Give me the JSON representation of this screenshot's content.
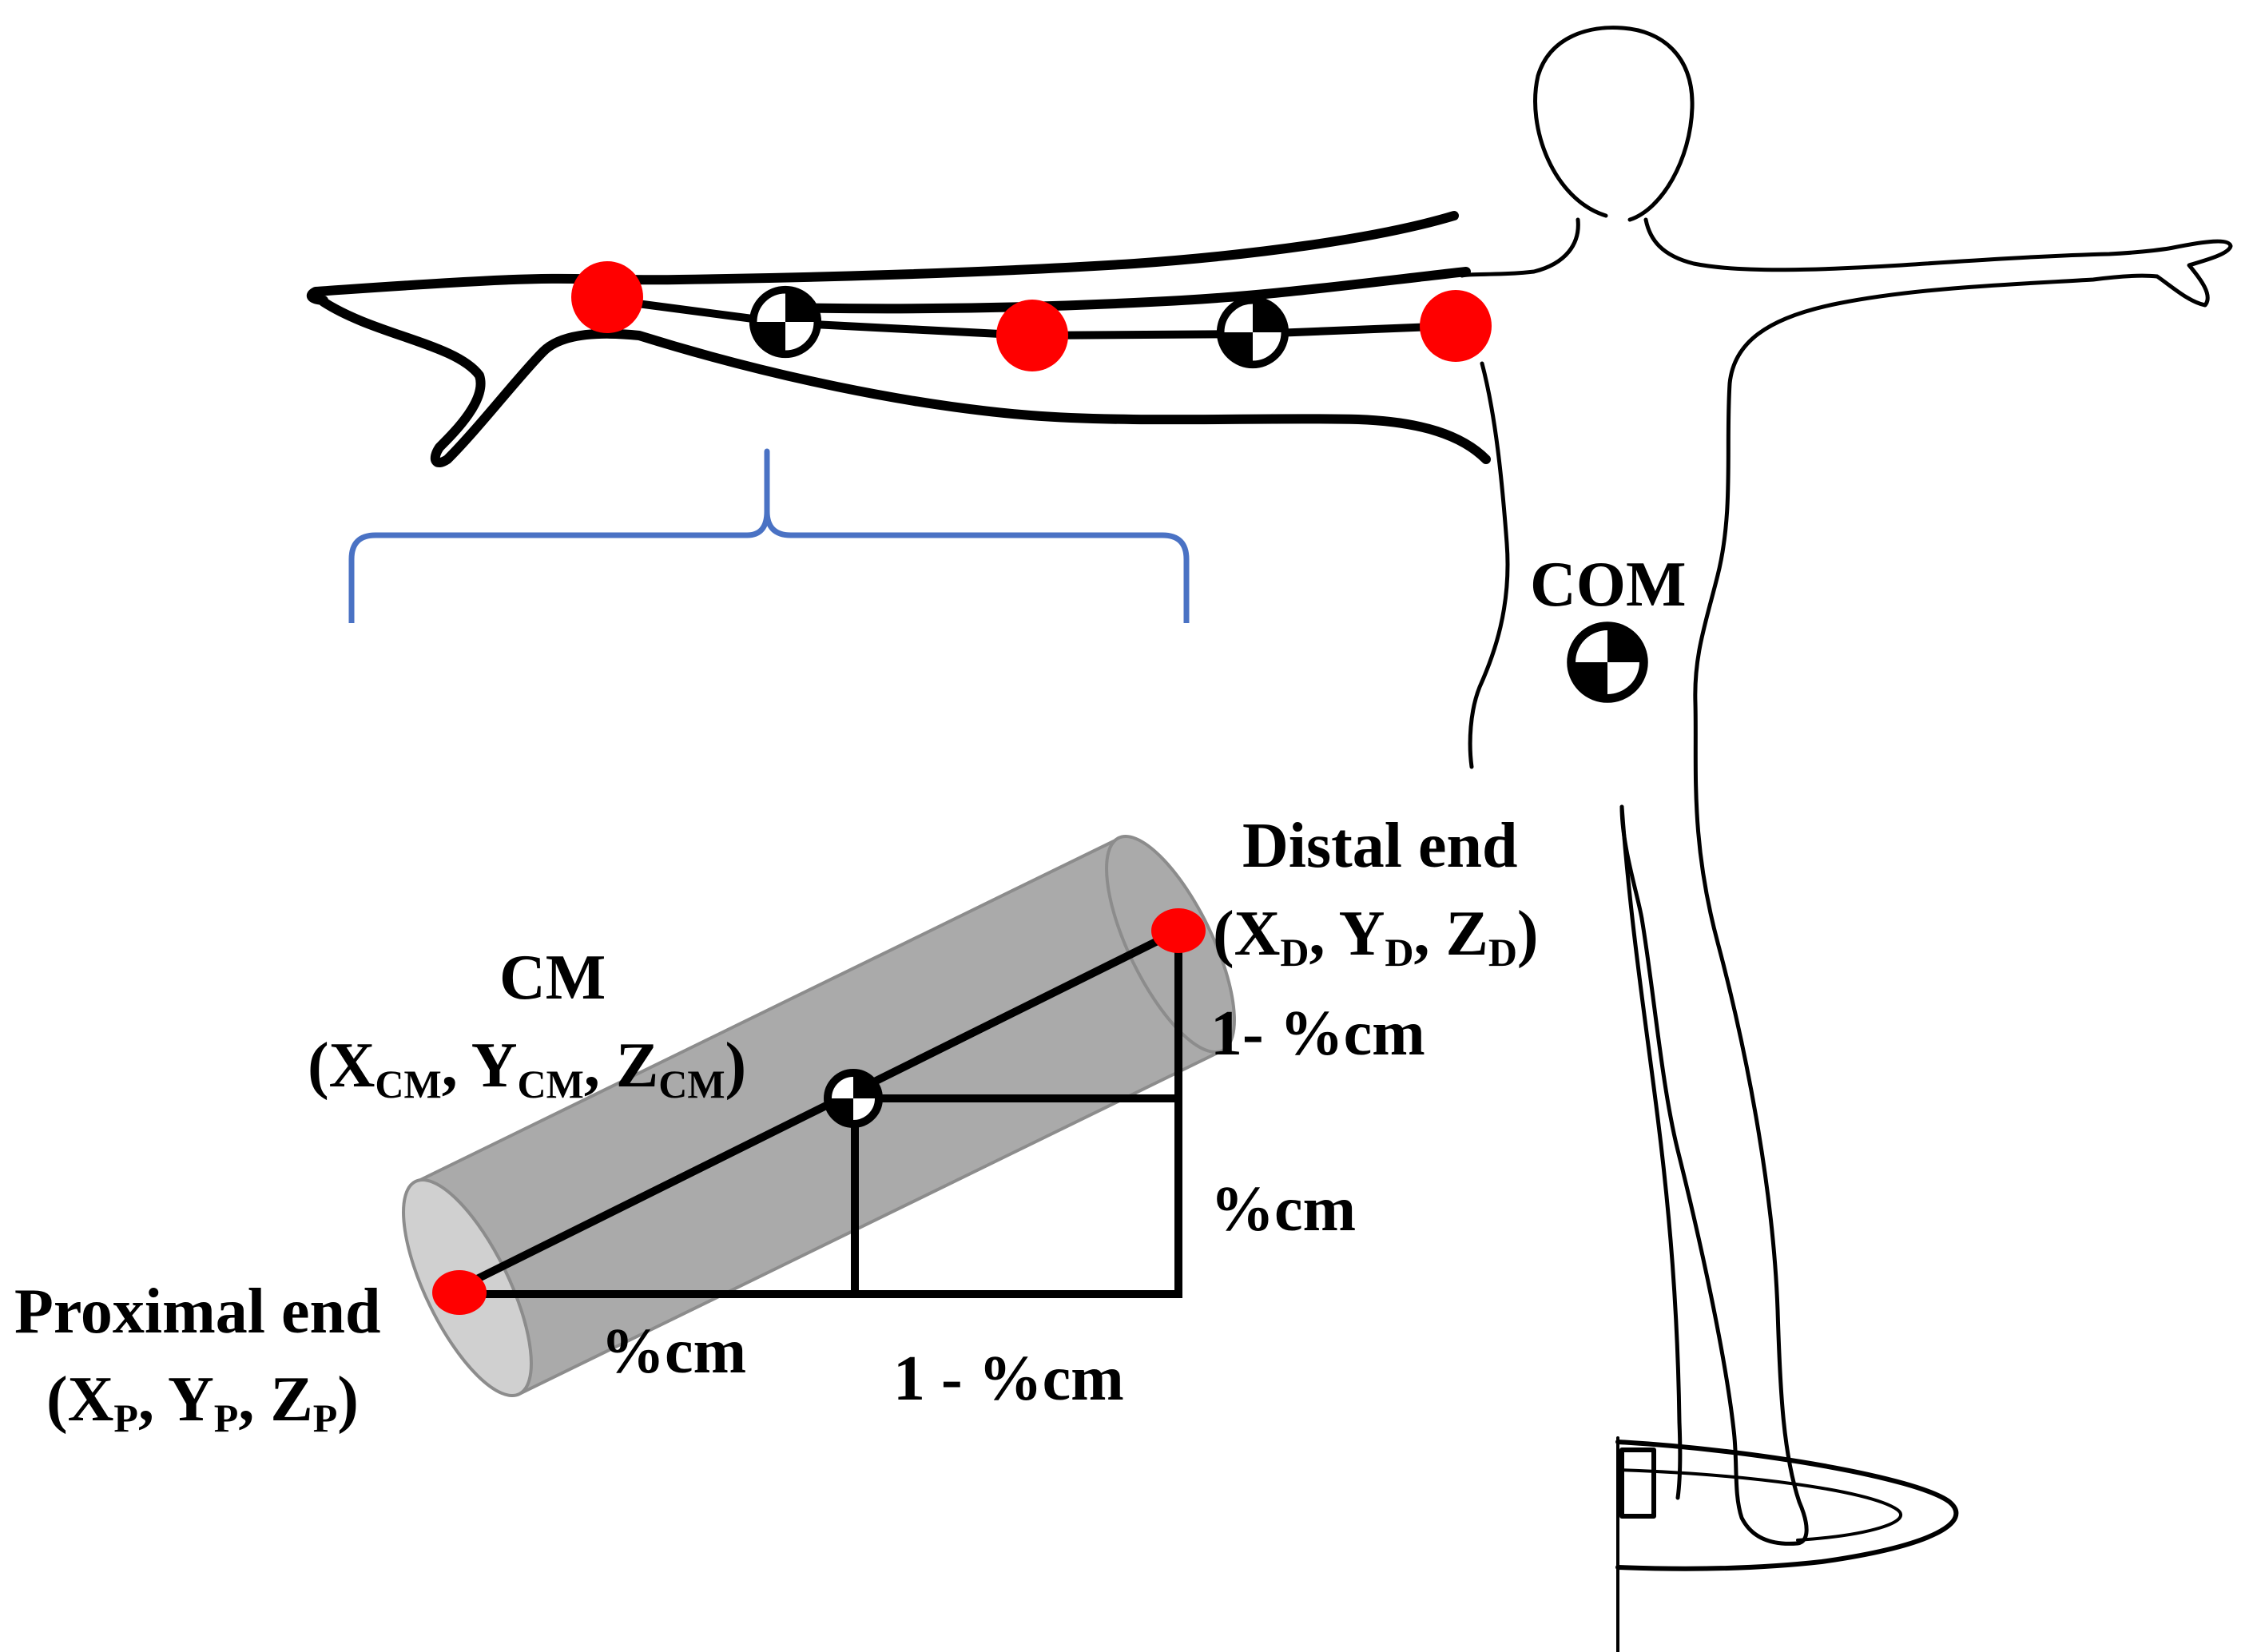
{
  "labels": {
    "com": "COM",
    "distal_end": "Distal end",
    "proximal_end": "Proximal end",
    "cm": "CM",
    "one_minus_pct_cm_vertical": "1- %cm",
    "pct_cm_vertical": "%cm",
    "pct_cm_horizontal": "%cm",
    "one_minus_pct_cm_horizontal": "1 - %cm"
  },
  "coordinates": {
    "distal": {
      "open": "(X",
      "x_sub": "D",
      "sep1": ", Y",
      "y_sub": "D",
      "sep2": ", Z",
      "z_sub": "D",
      "close": ")"
    },
    "cm": {
      "open": "(X",
      "x_sub": "CM",
      "sep1": ", Y",
      "y_sub": "CM",
      "sep2": ", Z",
      "z_sub": "CM",
      "close": ")"
    },
    "proximal": {
      "open": "(X",
      "x_sub": "P",
      "sep1": ", Y",
      "y_sub": "P",
      "sep2": ", Z",
      "z_sub": "P",
      "close": ")"
    }
  },
  "colors": {
    "marker": "#ff0000",
    "segment_fill": "#aaaaaa",
    "bracket": "#4a72c4",
    "line": "#000000"
  }
}
